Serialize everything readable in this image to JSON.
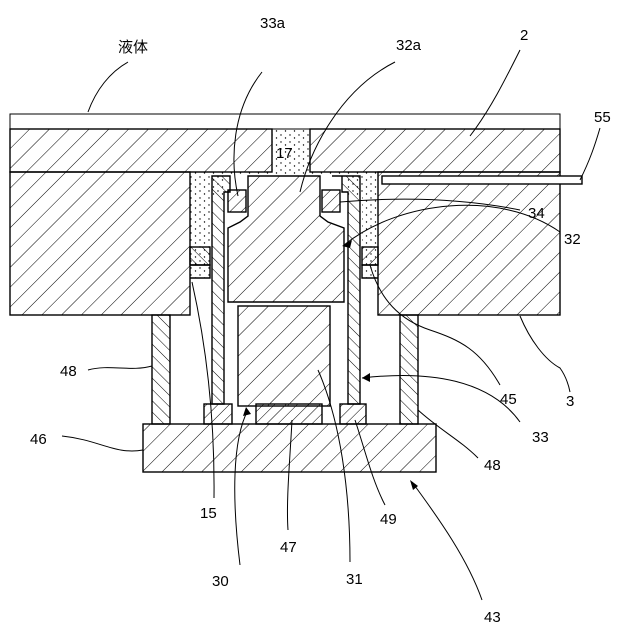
{
  "labels": {
    "liquid": "液体",
    "l33a": "33a",
    "l32a": "32a",
    "l2": "2",
    "l55": "55",
    "l17": "17",
    "l34": "34",
    "l32": "32",
    "l48_left": "48",
    "l48_right": "48",
    "l46": "46",
    "l45": "45",
    "l3": "3",
    "l33": "33",
    "l15": "15",
    "l49": "49",
    "l47": "47",
    "l30": "30",
    "l31": "31",
    "l43": "43"
  }
}
